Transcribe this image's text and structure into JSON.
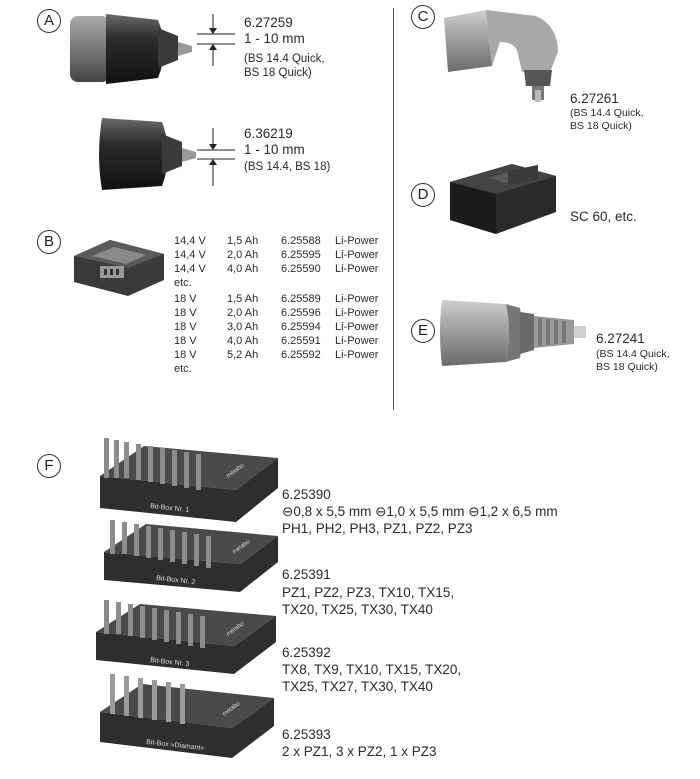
{
  "sections": {
    "a": {
      "label": "A",
      "item1": {
        "number": "6.27259",
        "range": "1 - 10 mm",
        "note1": "(BS 14.4 Quick,",
        "note2": "BS 18 Quick)"
      },
      "item2": {
        "number": "6.36219",
        "range": "1 - 10 mm",
        "note1": "(BS 14.4, BS 18)"
      }
    },
    "b": {
      "label": "B",
      "rows": [
        {
          "volt": "14,4 V",
          "ah": "1,5 Ah",
          "num": "6.25588",
          "type": "Li-Power"
        },
        {
          "volt": "14,4 V",
          "ah": "2,0 Ah",
          "num": "6.25595",
          "type": "Li-Power"
        },
        {
          "volt": "14,4 V",
          "ah": "4,0 Ah",
          "num": "6.25590",
          "type": "Li-Power"
        }
      ],
      "etc1": "etc.",
      "rows2": [
        {
          "volt": "18 V",
          "ah": "1,5 Ah",
          "num": "6.25589",
          "type": "Li-Power"
        },
        {
          "volt": "18 V",
          "ah": "2,0 Ah",
          "num": "6.25596",
          "type": "Li-Power"
        },
        {
          "volt": "18 V",
          "ah": "3,0 Ah",
          "num": "6.25594",
          "type": "Li-Power"
        },
        {
          "volt": "18 V",
          "ah": "4,0 Ah",
          "num": "6.25591",
          "type": "Li-Power"
        },
        {
          "volt": "18 V",
          "ah": "5,2 Ah",
          "num": "6.25592",
          "type": "Li-Power"
        }
      ],
      "etc2": "etc."
    },
    "c": {
      "label": "C",
      "number": "6.27261",
      "note1": "(BS 14.4  Quick,",
      "note2": "BS 18 Quick)"
    },
    "d": {
      "label": "D",
      "text": "SC 60, etc."
    },
    "e": {
      "label": "E",
      "number": "6.27241",
      "note1": "(BS 14.4  Quick,",
      "note2": "BS 18 Quick)"
    },
    "f": {
      "label": "F",
      "box1": {
        "number": "6.25390",
        "slot1": "0,8 x 5,5 mm",
        "slot2": "1,0 x 5,5 mm",
        "slot3": "1,2 x 6,5 mm",
        "line2": "PH1, PH2, PH3, PZ1, PZ2, PZ3"
      },
      "box2": {
        "number": "6.25391",
        "line1": "PZ1, PZ2, PZ3, TX10, TX15,",
        "line2": "TX20, TX25, TX30, TX40"
      },
      "box3": {
        "number": "6.25392",
        "line1": "TX8, TX9, TX10, TX15, TX20,",
        "line2": "TX25, TX27, TX30, TX40"
      },
      "box4": {
        "number": "6.25393",
        "line1": "2 x PZ1, 3 x PZ2, 1 x PZ3"
      }
    },
    "imprints": {
      "brand": "metabo",
      "box1": "Bit-Box Nr. 1",
      "box2": "Bit-Box Nr. 2",
      "box3": "Bit-Box Nr. 3",
      "box4": "Bit-Box »Diamant«"
    }
  }
}
